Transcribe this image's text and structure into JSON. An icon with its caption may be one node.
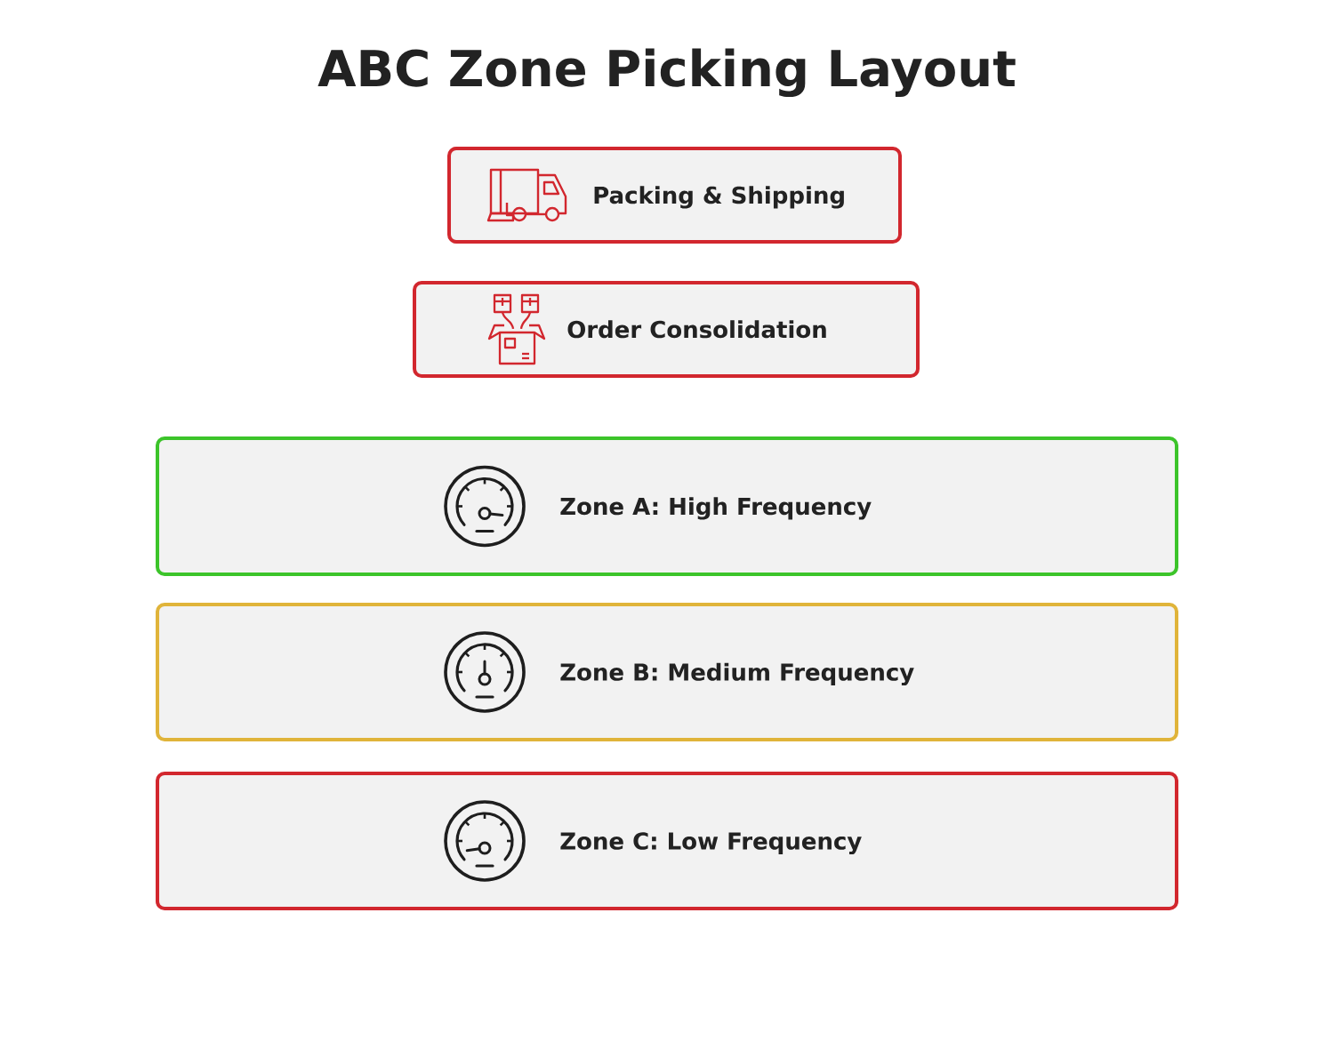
{
  "diagram": {
    "title": "ABC Zone Picking Layout",
    "nodes": [
      {
        "text": [
          "Packing & Shipping"
        ]
      },
      {
        "text": [
          "Order Consolidation"
        ]
      },
      {
        "text": [
          "Zone A: High Frequency"
        ]
      },
      {
        "text": [
          "Zone B: Medium Frequency"
        ]
      },
      {
        "text": [
          "Zone C: Low Frequency"
        ]
      }
    ]
  }
}
